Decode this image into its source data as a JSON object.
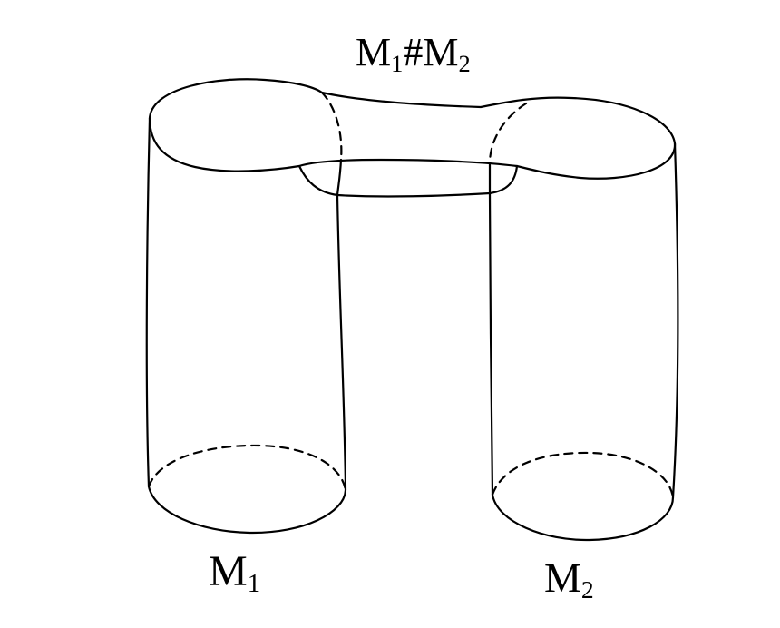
{
  "labels": {
    "connected_sum": {
      "base": "M",
      "sub1": "1",
      "sep": "#M",
      "sub2": "2"
    },
    "left_manifold": {
      "base": "M",
      "sub": "1"
    },
    "right_manifold": {
      "base": "M",
      "sub": "2"
    }
  },
  "colors": {
    "stroke": "#000000",
    "background": "#ffffff"
  }
}
